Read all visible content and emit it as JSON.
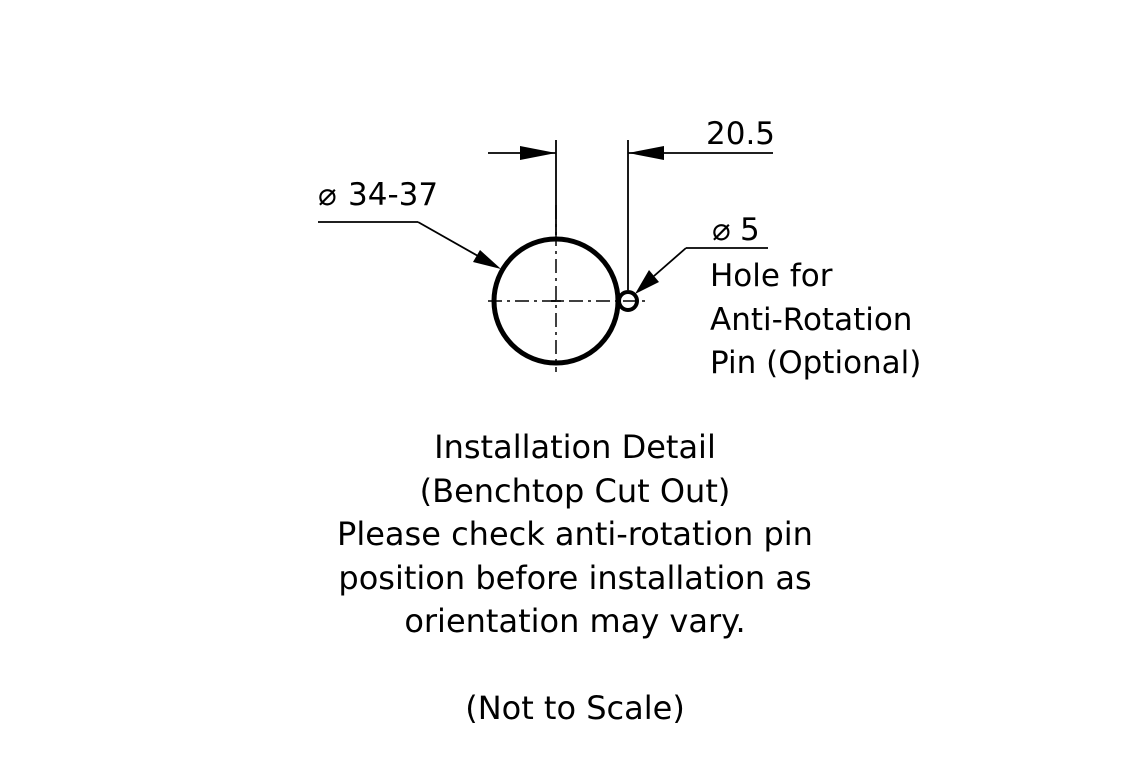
{
  "dimensions": {
    "main_diameter": "34-37",
    "pin_offset": "20.5",
    "pin_diameter": "5",
    "diameter_symbol": "⌀"
  },
  "pin_note": {
    "line1": "Hole for",
    "line2": "Anti-Rotation",
    "line3": "Pin (Optional)"
  },
  "caption": {
    "line1": "Installation Detail",
    "line2": "(Benchtop Cut Out)",
    "line3": "Please check anti-rotation pin",
    "line4": "position before installation as",
    "line5": "orientation may vary.",
    "line6": "(Not to Scale)"
  }
}
